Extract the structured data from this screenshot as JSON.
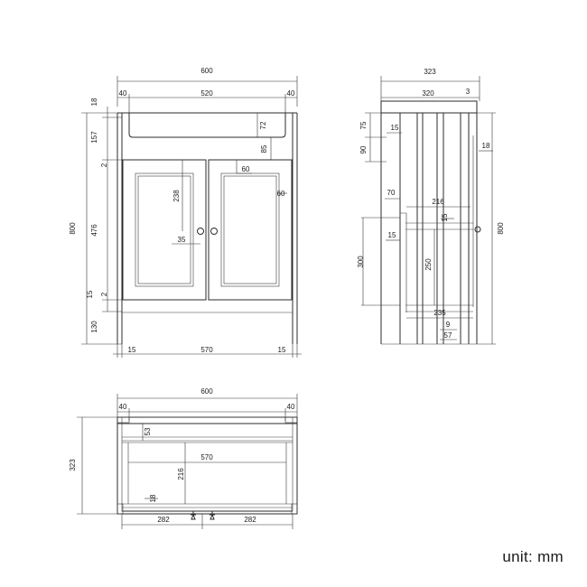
{
  "unit_label": "unit: mm",
  "front_view": {
    "overall_width": "600",
    "top_width": "520",
    "side_left": "40",
    "side_right": "40",
    "top_thickness": "18",
    "top_rail": "157",
    "sink_depth": "72",
    "rail_85": "85",
    "gap_top": "2",
    "door_height": "476",
    "door_frame_top": "60",
    "door_frame_side": "60",
    "glass_offset": "238",
    "knob_offset": "35",
    "gap_15": "15",
    "gap_bottom": "2",
    "plinth_height": "130",
    "overall_height": "800",
    "leg_left": "15",
    "inner_width": "570",
    "leg_right": "15"
  },
  "side_view": {
    "overall_depth": "323",
    "top_depth": "320",
    "top_lip": "3",
    "dim_75": "75",
    "dim_15_top": "15",
    "dim_90": "90",
    "dim_18": "18",
    "dim_70": "70",
    "dim_216": "216",
    "dim_15_mid": "15",
    "dim_15_left": "15",
    "dim_300": "300",
    "dim_250": "250",
    "dim_235": "235",
    "dim_9": "9",
    "dim_57": "57",
    "overall_height": "800"
  },
  "top_view": {
    "overall_width": "600",
    "side_left": "40",
    "side_right": "40",
    "overall_depth": "323",
    "dim_53": "53",
    "inner_width": "570",
    "dim_216": "216",
    "dim_18": "18",
    "half_left": "282",
    "half_right": "282"
  }
}
